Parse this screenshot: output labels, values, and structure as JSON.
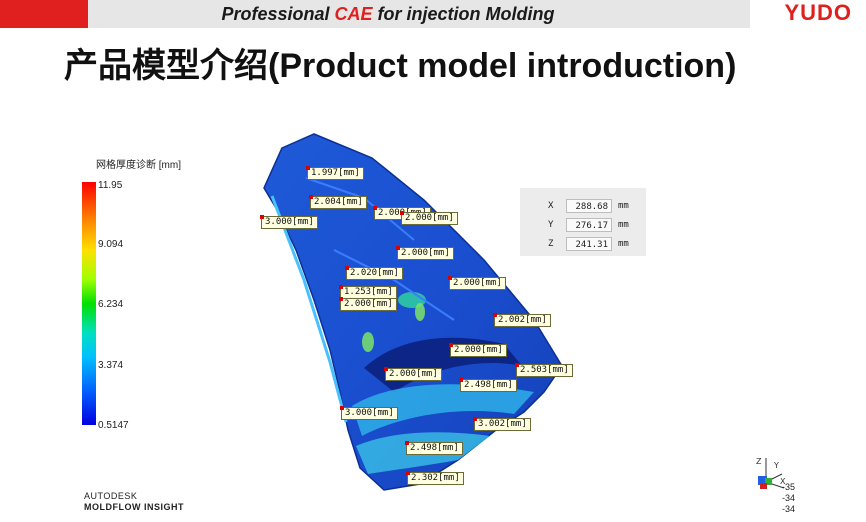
{
  "header": {
    "title_prefix": "Professional ",
    "title_highlight": "CAE",
    "title_suffix": " for injection Molding",
    "brand": "YUDO"
  },
  "page_title": "产品模型介绍(Product model introduction)",
  "legend": {
    "title": "网格厚度诊断 [mm]",
    "ticks": [
      "11.95",
      "9.094",
      "6.234",
      "3.374",
      "0.5147"
    ]
  },
  "coordinates": [
    {
      "axis": "X",
      "value": "288.68",
      "unit": "mm"
    },
    {
      "axis": "Y",
      "value": "276.17",
      "unit": "mm"
    },
    {
      "axis": "Z",
      "value": "241.31",
      "unit": "mm"
    }
  ],
  "thickness_labels": [
    "1.997[mm]",
    "2.004[mm]",
    "3.000[mm]",
    "2.000[mm]",
    "2.000[mm]",
    "2.000[mm]",
    "2.020[mm]",
    "2.000[mm]",
    "1.253[mm]",
    "2.000[mm]",
    "2.002[mm]",
    "2.000[mm]",
    "2.503[mm]",
    "2.000[mm]",
    "2.498[mm]",
    "3.000[mm]",
    "3.002[mm]",
    "2.498[mm]",
    "2.302[mm]"
  ],
  "axis_triad": {
    "labels": [
      "Z",
      "Y",
      "X"
    ],
    "readout": [
      "-35",
      "-34",
      "-34"
    ]
  },
  "logo": {
    "line1": "AUTODESK",
    "line2": "MOLDFLOW",
    "line3": "INSIGHT"
  }
}
